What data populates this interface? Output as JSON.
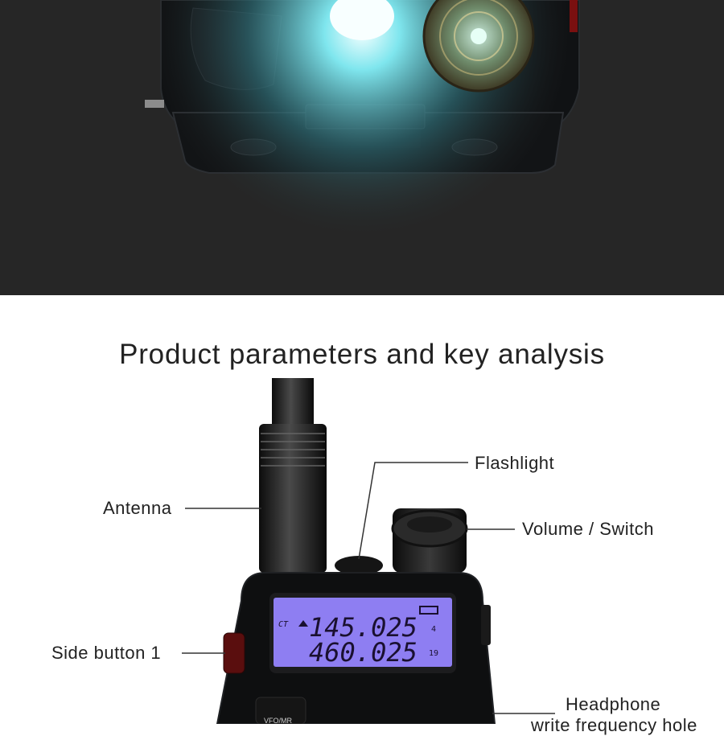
{
  "heading": "Product parameters and key analysis",
  "callouts": {
    "flashlight": "Flashlight",
    "antenna": "Antenna",
    "volume_switch": "Volume / Switch",
    "side_button_1": "Side button 1",
    "headphone": "Headphone",
    "headphone_line2": "write frequency hole"
  },
  "lcd": {
    "indicator": "CT",
    "freq_a": "145.025",
    "freq_b": "460.025",
    "channel_a": "4",
    "channel_b": "19"
  },
  "key_label": "VFO/MR",
  "colors": {
    "hero_bg": "#262626",
    "lcd_bg": "#8e7ef2",
    "lcd_text": "#1a1030",
    "flash_glow": "#7fe6ee",
    "text": "#222222"
  }
}
